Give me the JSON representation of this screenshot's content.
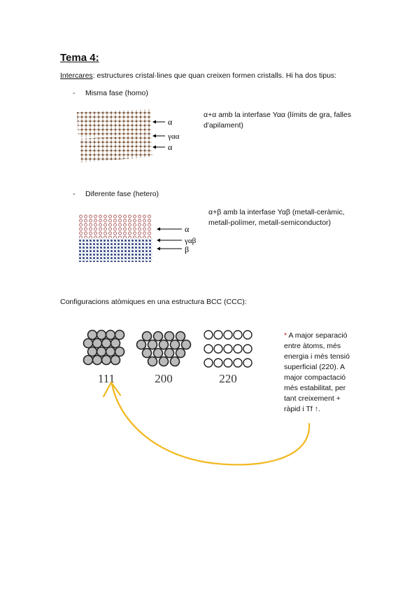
{
  "title": "Tema 4:",
  "intercares": {
    "term": "Intercares",
    "rest": ": estructures cristal·lines que quan creixen formen cristalls. Hi ha dos tipus:"
  },
  "homo": {
    "bullet": "-",
    "label": "Misma fase (homo)",
    "desc_line1": "α+α amb la interfase Υαα (límits de gra, falles",
    "desc_line2": "d'apilament)",
    "fig_labels": [
      "α",
      "γαα",
      "α"
    ]
  },
  "hetero": {
    "bullet": "-",
    "label": "Diferente fase (hetero)",
    "desc_line1": "α+β amb la interfase Υαβ (metall-ceràmic,",
    "desc_line2": "metall-polímer, metall-semiconductor)",
    "fig_labels": [
      "α",
      "γαβ",
      "β"
    ]
  },
  "bcc": {
    "heading": "Configuracions atòmiques en una estructura BCC (CCC):",
    "planes": [
      "111",
      "200",
      "220"
    ]
  },
  "note": {
    "asterisk": "*",
    "lines": [
      "A major separació",
      "entre àtoms, més",
      "energia i més tensió",
      "superficial (220). A",
      "major compactació",
      "més estabilitat, per",
      "tant creixement +",
      "ràpid i Tf ↑."
    ]
  },
  "colors": {
    "arrow": "#f2b81f",
    "asterisk": "#d0202a",
    "atom_homo": "#8a5a3a",
    "atom_beta": "#2b3f7a",
    "atom_alpha_hetero": "#b06060"
  }
}
